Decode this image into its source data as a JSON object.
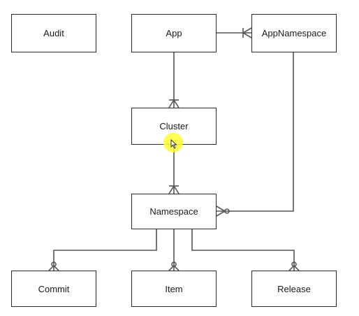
{
  "diagram": {
    "entities": {
      "audit": "Audit",
      "app": "App",
      "app_namespace": "AppNamespace",
      "cluster": "Cluster",
      "namespace": "Namespace",
      "commit": "Commit",
      "item": "Item",
      "release": "Release"
    },
    "relationships": [
      {
        "from": "App",
        "to": "AppNamespace",
        "cardinality": "one-to-many"
      },
      {
        "from": "App",
        "to": "Cluster",
        "cardinality": "one-to-many"
      },
      {
        "from": "Cluster",
        "to": "Namespace",
        "cardinality": "one-to-many"
      },
      {
        "from": "AppNamespace",
        "to": "Namespace",
        "cardinality": "zero-or-many"
      },
      {
        "from": "Namespace",
        "to": "Commit",
        "cardinality": "zero-or-many"
      },
      {
        "from": "Namespace",
        "to": "Item",
        "cardinality": "zero-or-many"
      },
      {
        "from": "Namespace",
        "to": "Release",
        "cardinality": "zero-or-many"
      }
    ]
  },
  "colors": {
    "line": "#555555",
    "border": "#2b2b2b",
    "cursor_highlight": "#ffff33"
  }
}
